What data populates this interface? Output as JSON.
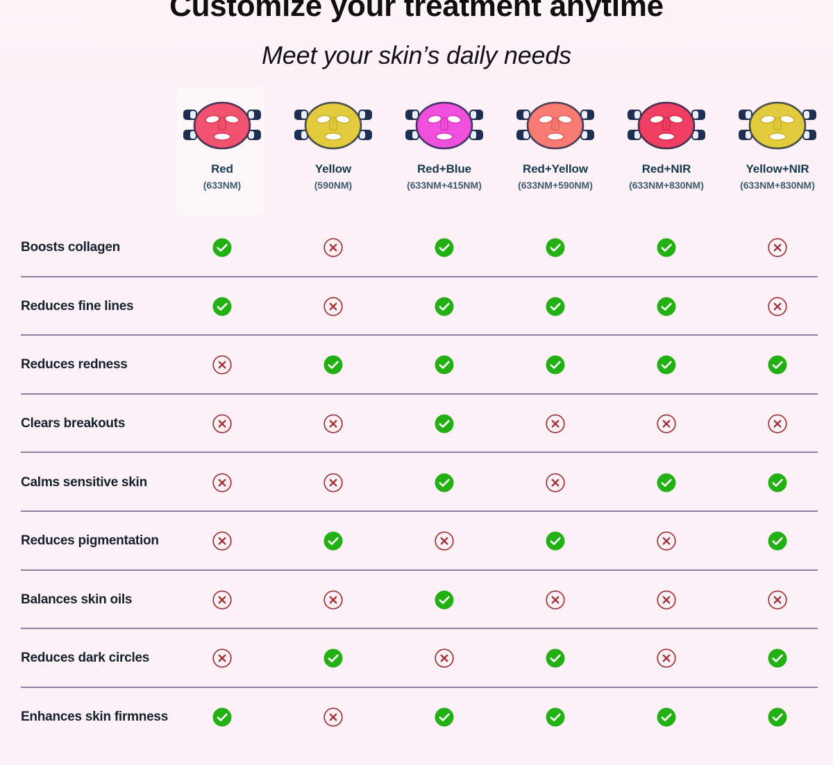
{
  "heading": {
    "title": "Customize your treatment anytime",
    "subtitle": "Meet your skin’s daily needs"
  },
  "colors": {
    "page_background": "#fcf1f6",
    "column_highlight": "#fdf7fa",
    "header_label": "#16394f",
    "header_wavelength": "#3f5a73",
    "row_label": "#14202b",
    "divider": "#7a6d96",
    "yes_green": "#22b014",
    "no_red": "#9e3033"
  },
  "columns": [
    {
      "label": "Red",
      "wavelength": "(633NM)",
      "mask_color": "#f0526f",
      "mask_color_dark": "#d83a59",
      "icon": "face-mask-icon",
      "highlighted": true
    },
    {
      "label": "Yellow",
      "wavelength": "(590NM)",
      "mask_color": "#e2cc3e",
      "mask_color_dark": "#c9b22c",
      "icon": "face-mask-icon",
      "highlighted": false
    },
    {
      "label": "Red+Blue",
      "wavelength": "(633NM+415NM)",
      "mask_color": "#f050dc",
      "mask_color_dark": "#d637c2",
      "icon": "face-mask-icon",
      "highlighted": false
    },
    {
      "label": "Red+Yellow",
      "wavelength": "(633NM+590NM)",
      "mask_color": "#f87b74",
      "mask_color_dark": "#e5605c",
      "icon": "face-mask-icon",
      "highlighted": false
    },
    {
      "label": "Red+NIR",
      "wavelength": "(633NM+830NM)",
      "mask_color": "#f03f62",
      "mask_color_dark": "#d62a4e",
      "icon": "face-mask-icon",
      "highlighted": false
    },
    {
      "label": "Yellow+NIR",
      "wavelength": "(633NM+830NM)",
      "mask_color": "#e2cc3e",
      "mask_color_dark": "#c9b22c",
      "icon": "face-mask-icon",
      "highlighted": false
    }
  ],
  "icon_names": {
    "yes": "check-circle-icon",
    "no": "x-circle-icon"
  },
  "chart_data": {
    "type": "table",
    "title": "Customize your treatment anytime",
    "subtitle": "Meet your skin’s daily needs",
    "column_headers": [
      "Red",
      "Yellow",
      "Red+Blue",
      "Red+Yellow",
      "Red+NIR",
      "Yellow+NIR"
    ],
    "column_subheaders": [
      "(633NM)",
      "(590NM)",
      "(633NM+415NM)",
      "(633NM+590NM)",
      "(633NM+830NM)",
      "(633NM+830NM)"
    ],
    "row_headers": [
      "Boosts collagen",
      "Reduces fine lines",
      "Reduces redness",
      "Clears breakouts",
      "Calms sensitive skin",
      "Reduces pigmentation",
      "Balances skin oils",
      "Reduces dark circles",
      "Enhances skin firmness"
    ],
    "values": [
      [
        "yes",
        "no",
        "yes",
        "yes",
        "yes",
        "no"
      ],
      [
        "yes",
        "no",
        "yes",
        "yes",
        "yes",
        "no"
      ],
      [
        "no",
        "yes",
        "yes",
        "yes",
        "yes",
        "yes"
      ],
      [
        "no",
        "no",
        "yes",
        "no",
        "no",
        "no"
      ],
      [
        "no",
        "no",
        "yes",
        "no",
        "yes",
        "yes"
      ],
      [
        "no",
        "yes",
        "no",
        "yes",
        "no",
        "yes"
      ],
      [
        "no",
        "no",
        "yes",
        "no",
        "no",
        "no"
      ],
      [
        "no",
        "yes",
        "no",
        "yes",
        "no",
        "yes"
      ],
      [
        "yes",
        "no",
        "yes",
        "yes",
        "yes",
        "yes"
      ]
    ]
  }
}
